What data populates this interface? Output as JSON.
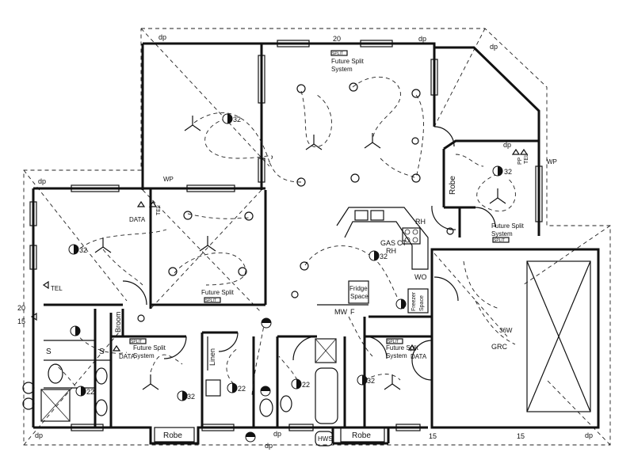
{
  "labels": {
    "dp": "dp",
    "wp": "WP",
    "future_split_line1": "Future Split",
    "future_split_line2": "System",
    "split": "SPLIT",
    "robe": "Robe",
    "data": "DATA",
    "tel": "TEL",
    "broom": "Broom",
    "linen": "Linen",
    "hws": "HWS",
    "gas": "GAS",
    "ct": "CT",
    "rh": "RH",
    "wo": "WO",
    "mw": "MW",
    "f": "F",
    "fridge_line1": "Fridge",
    "fridge_line2": "Space",
    "freezer_line1": "Freezer",
    "freezer_line2": "Space",
    "s": "S",
    "grc": "GRC",
    "w36": "36W",
    "n15": "15",
    "n20": "20",
    "n22": "22",
    "n32": "32",
    "pp": "PP"
  }
}
